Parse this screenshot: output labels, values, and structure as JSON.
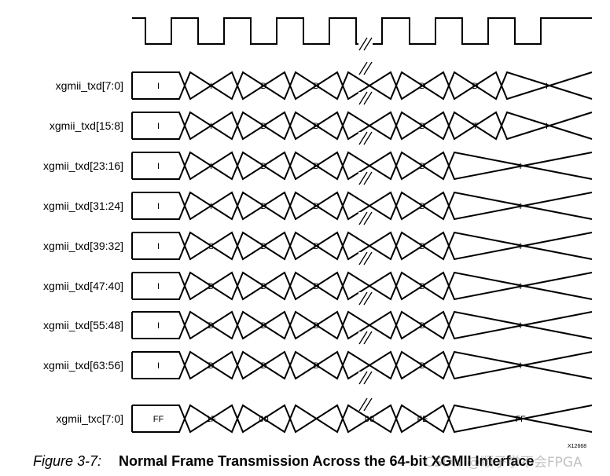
{
  "clock": {
    "label": ""
  },
  "signals": [
    {
      "name": "xgmii_txd[7:0]",
      "cells": [
        "I",
        "I",
        "D",
        "D",
        "",
        "D",
        "D",
        "I"
      ]
    },
    {
      "name": "xgmii_txd[15:8]",
      "cells": [
        "I",
        "I",
        "D",
        "D",
        "",
        "D",
        "T",
        "I"
      ]
    },
    {
      "name": "xgmii_txd[23:16]",
      "cells": [
        "I",
        "I",
        "D",
        "D",
        "",
        "D",
        "I"
      ]
    },
    {
      "name": "xgmii_txd[31:24]",
      "cells": [
        "I",
        "I",
        "D",
        "D",
        "",
        "D",
        "I"
      ]
    },
    {
      "name": "xgmii_txd[39:32]",
      "cells": [
        "I",
        "S",
        "D",
        "D",
        "",
        "D",
        "I"
      ]
    },
    {
      "name": "xgmii_txd[47:40]",
      "cells": [
        "I",
        "D",
        "D",
        "D",
        "",
        "D",
        "I"
      ]
    },
    {
      "name": "xgmii_txd[55:48]",
      "cells": [
        "I",
        "D",
        "D",
        "D",
        "",
        "D",
        "I"
      ]
    },
    {
      "name": "xgmii_txd[63:56]",
      "cells": [
        "I",
        "D",
        "D",
        "D",
        "",
        "D",
        "I"
      ]
    },
    {
      "name": "xgmii_txc[7:0]",
      "cells": [
        "FF",
        "1F",
        "00",
        "",
        "00",
        "FE",
        "FF"
      ]
    }
  ],
  "figure_id": "X12668",
  "caption": {
    "number": "Figure 3-7:",
    "title": "Normal Frame Transmission Across the 64-bit XGMII Interface"
  },
  "watermark": "CSDN @顺子学不会FPGA",
  "colors": {
    "line": "#000000",
    "background": "#ffffff",
    "watermark": "#8c8c8c"
  }
}
